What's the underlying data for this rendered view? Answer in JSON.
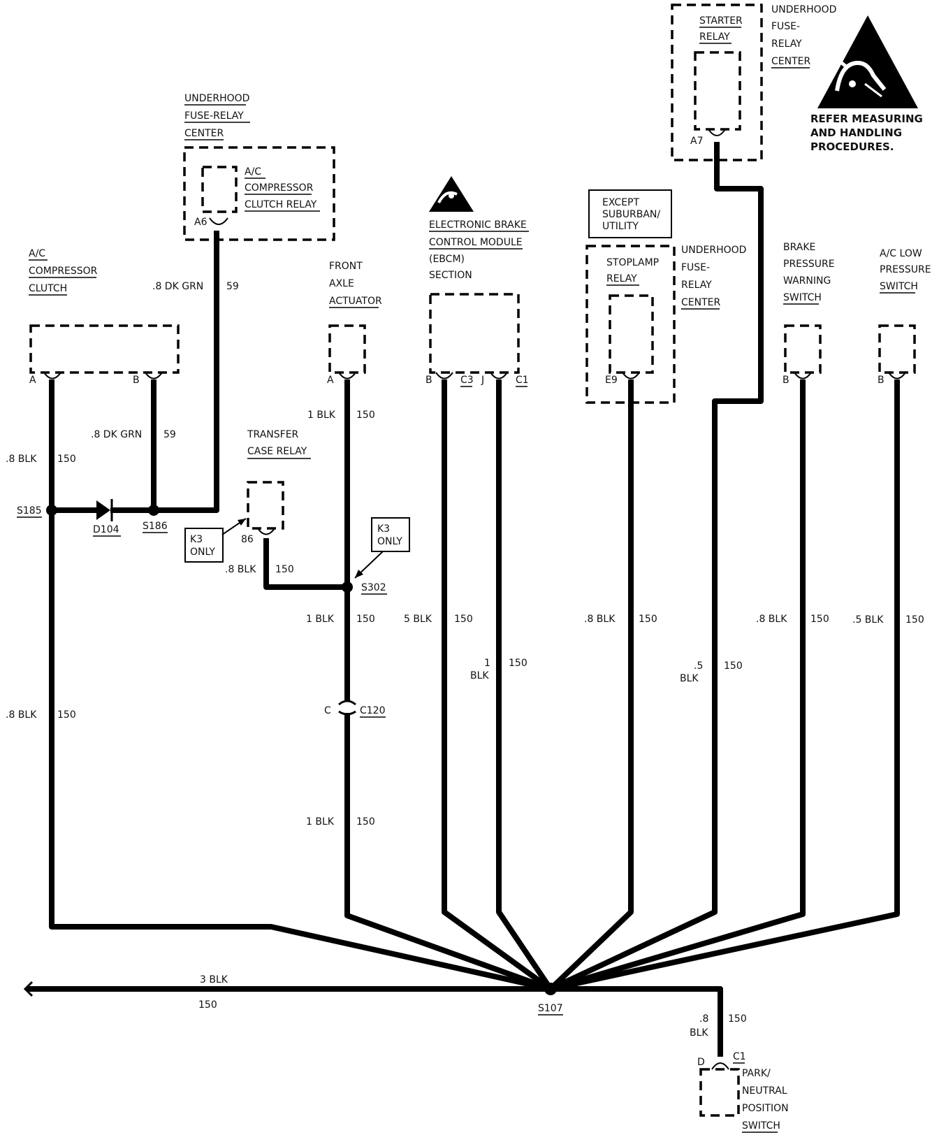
{
  "components": {
    "ufrc_left_heading": [
      "UNDERHOOD",
      "FUSE-RELAY",
      "CENTER"
    ],
    "ac_clutch_relay": [
      "A/C",
      "COMPRESSOR",
      "CLUTCH RELAY"
    ],
    "ac_clutch_relay_pin": "A6",
    "ac_compressor_clutch": [
      "A/C",
      "COMPRESSOR",
      "CLUTCH"
    ],
    "ac_clutch_pin_a": "A",
    "ac_clutch_pin_b": "B",
    "transfer_case_relay": [
      "TRANSFER",
      "CASE RELAY"
    ],
    "transfer_case_pin": "86",
    "front_axle_actuator": [
      "FRONT",
      "AXLE",
      "ACTUATOR"
    ],
    "front_axle_pin": "A",
    "ebcm": [
      "ELECTRONIC BRAKE",
      "CONTROL MODULE",
      "(EBCM)",
      "SECTION"
    ],
    "ebcm_pin_b": "B",
    "ebcm_conn_c3": "C3",
    "ebcm_pin_j": "J",
    "ebcm_conn_c1": "C1",
    "except_note": [
      "EXCEPT",
      "SUBURBAN/",
      "UTILITY"
    ],
    "stoplamp_relay": [
      "STOPLAMP",
      "RELAY"
    ],
    "stoplamp_pin": "E9",
    "ufrc_mid_heading": [
      "UNDERHOOD",
      "FUSE-",
      "RELAY",
      "CENTER"
    ],
    "starter_relay": [
      "STARTER",
      "RELAY"
    ],
    "starter_pin": "A7",
    "ufrc_right_heading": [
      "UNDERHOOD",
      "FUSE-",
      "RELAY",
      "CENTER"
    ],
    "esd_warning": [
      "REFER MEASURING",
      "AND HANDLING",
      "PROCEDURES."
    ],
    "brake_pressure_switch": [
      "BRAKE",
      "PRESSURE",
      "WARNING",
      "SWITCH"
    ],
    "brake_pressure_pin": "B",
    "ac_low_pressure_switch": [
      "A/C LOW",
      "PRESSURE",
      "SWITCH"
    ],
    "ac_low_pressure_pin": "B",
    "pnp_switch": [
      "PARK/",
      "NEUTRAL",
      "POSITION",
      "SWITCH"
    ],
    "pnp_pin": "D",
    "pnp_conn": "C1",
    "k3_only_left": [
      "K3",
      "ONLY"
    ],
    "k3_only_right": [
      "K3",
      "ONLY"
    ]
  },
  "splices": {
    "s185": "S185",
    "s186": "S186",
    "s302": "S302",
    "s107": "S107",
    "d104": "D104",
    "c120": "C120",
    "c120_pin": "C"
  },
  "wire_labels": {
    "w_relay_a6": [
      ".8 DK GRN",
      "59"
    ],
    "w_clutch_b": [
      ".8 DK GRN",
      "59"
    ],
    "w_clutch_a": [
      ".8 BLK",
      "150"
    ],
    "w_s185_down": [
      ".8 BLK",
      "150"
    ],
    "w_axle_top": [
      "1 BLK",
      "150"
    ],
    "w_tc_86": [
      ".8 BLK",
      "150"
    ],
    "w_s302_down": [
      "1 BLK",
      "150"
    ],
    "w_c120_down": [
      "1 BLK",
      "150"
    ],
    "w_ebcm_b": [
      "5 BLK",
      "150"
    ],
    "w_ebcm_j": [
      "1",
      "BLK",
      "150"
    ],
    "w_stoplamp": [
      ".8 BLK",
      "150"
    ],
    "w_starter": [
      ".5",
      "BLK",
      "150"
    ],
    "w_brake_pr": [
      ".8 BLK",
      "150"
    ],
    "w_ac_low": [
      ".5 BLK",
      "150"
    ],
    "w_ground": [
      "3 BLK",
      "150"
    ],
    "w_pnp": [
      ".8",
      "BLK",
      "150"
    ]
  }
}
